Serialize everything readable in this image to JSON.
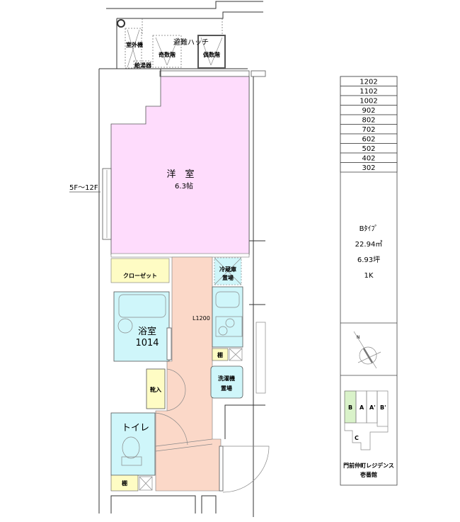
{
  "balcony": {
    "hatch_label": "避難ハッチ",
    "outdoor_unit_label": "室外機",
    "water_heater_label": "給湯器",
    "odd_floor_label": "奇数階",
    "even_floor_label": "偶数階"
  },
  "rooms": {
    "western_room": {
      "name": "洋　室",
      "size": "6.3帖"
    },
    "closet": "クローゼット",
    "bathroom": {
      "name": "浴室",
      "size": "1014"
    },
    "fridge_space": {
      "line1": "冷蔵庫",
      "line2": "置場"
    },
    "kitchen_length": "L1200",
    "shelf_kitchen": "棚",
    "washer_space": {
      "line1": "洗濯機",
      "line2": "置場"
    },
    "shoe_box": "靴入",
    "toilet": "トイレ",
    "shelf_toilet": "棚"
  },
  "floor_range_label": "5F～12F",
  "info_panel": {
    "unit_numbers": [
      "1202",
      "1102",
      "1002",
      "902",
      "802",
      "702",
      "602",
      "502",
      "402",
      "302"
    ],
    "type": "Bﾀｲﾌﾟ",
    "area_sqm": "22.94㎡",
    "area_tsubo": "6.93坪",
    "layout": "1K",
    "compass_label": "N",
    "key_plan": {
      "units": [
        "B",
        "A",
        "A'",
        "B'",
        "C"
      ],
      "highlight_color": "#d9f2c9",
      "building_name": "門前仲町レジデンス",
      "building_sub": "壱番館"
    }
  },
  "colors": {
    "western_room": "#fedcfc",
    "closet": "#fefcc4",
    "wet_area": "#cff6fa",
    "corridor": "#fbd8c8"
  }
}
